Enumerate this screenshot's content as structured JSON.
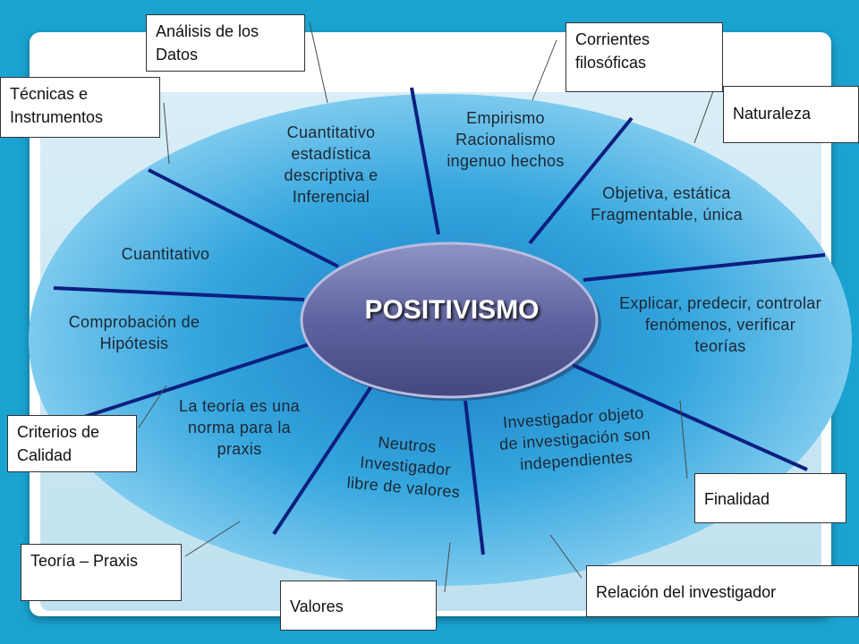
{
  "center": "POSITIVISMO",
  "segments": {
    "cuantitativo_estadistica": "Cuantitativo estadística descriptiva e Inferencial",
    "empirismo": "Empirismo Racionalismo ingenuo hechos",
    "objetiva": "Objetiva, estática Fragmentable, única",
    "cuantitativo": "Cuantitativo",
    "explicar": "Explicar, predecir, controlar fenómenos, verificar teorías",
    "comprobacion": "Comprobación de Hipótesis",
    "teoria_norma": "La teoría es una norma para la praxis",
    "neutros": "Neutros Investigador libre de valores",
    "investigador_objeto": "Investigador objeto de investigación son independientes"
  },
  "labels": {
    "analisis": "Análisis de los Datos",
    "corrientes": "Corrientes filosóficas",
    "tecnicas": "Técnicas e Instrumentos",
    "naturaleza": "Naturaleza",
    "criterios": "Criterios de Calidad",
    "finalidad": "Finalidad",
    "teoria_praxis": "Teoría – Praxis",
    "relacion": "Relación del  investigador",
    "valores": "Valores"
  }
}
